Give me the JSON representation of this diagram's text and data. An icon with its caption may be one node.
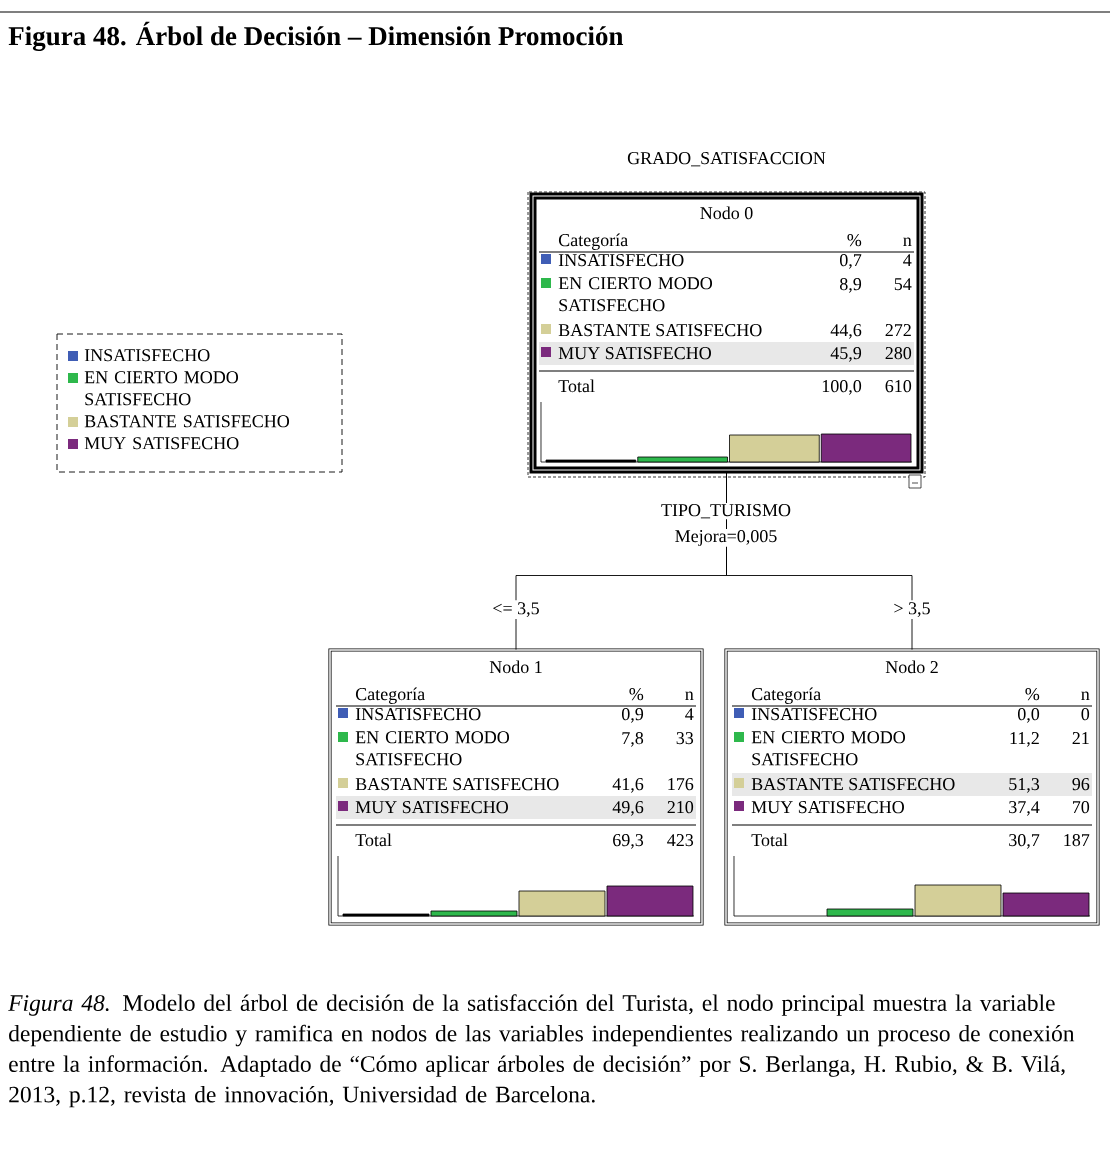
{
  "diagram": {
    "title": "Figura 48. Árbol de Decisión – Dimensión Promoción",
    "caption": "*Figura 48.* Modelo del árbol de decisión de la satisfacción del Turista, el nodo principal muestra la variable dependiente de estudio y ramifica en nodos de las variables independientes realizando un proceso de conexión entre la información. Adaptado de “Cómo aplicar árboles de decisión” por S. Berlanga, H. Rubio, & B. Vilá, 2013, p.12, revista de innovación, Universidad de Barcelona.",
    "nodes": [
      {
        "text": [
          "GRADO_SATISFACCION",
          "Nodo 0",
          "Categoría",
          "%",
          "n",
          "INSATISFECHO",
          "0,7",
          "4",
          "EN CIERTO MODO SATISFECHO",
          "8,9",
          "54",
          "BASTANTE SATISFECHO",
          "44,6",
          "272",
          "MUY SATISFECHO",
          "45,9",
          "280",
          "Total",
          "100,0",
          "610"
        ]
      },
      {
        "text": [
          "Nodo 1",
          "Categoría",
          "%",
          "n",
          "INSATISFECHO",
          "0,9",
          "4",
          "EN CIERTO MODO SATISFECHO",
          "7,8",
          "33",
          "BASTANTE SATISFECHO",
          "41,6",
          "176",
          "MUY SATISFECHO",
          "49,6",
          "210",
          "Total",
          "69,3",
          "423"
        ]
      },
      {
        "text": [
          "Nodo 2",
          "Categoría",
          "%",
          "n",
          "INSATISFECHO",
          "0,0",
          "0",
          "EN CIERTO MODO SATISFECHO",
          "11,2",
          "21",
          "BASTANTE SATISFECHO",
          "51,3",
          "96",
          "MUY SATISFECHO",
          "37,4",
          "70",
          "Total",
          "30,7",
          "187"
        ]
      }
    ],
    "edges": [
      {
        "from": 0,
        "to": 1,
        "arrow": "none",
        "label": "<= 3,5"
      },
      {
        "from": 0,
        "to": 2,
        "arrow": "none",
        "label": "> 3,5"
      }
    ],
    "labels": [
      "TIPO_TURISMO",
      "Mejora=0,005"
    ],
    "legend": [
      {
        "text": "INSATISFECHO",
        "color": "#3f5db5"
      },
      {
        "text": "EN CIERTO MODO SATISFECHO",
        "color": "#2eb84c"
      },
      {
        "text": "BASTANTE SATISFECHO",
        "color": "#d4cf98"
      },
      {
        "text": "MUY SATISFECHO",
        "color": "#7b2a7d"
      }
    ]
  }
}
